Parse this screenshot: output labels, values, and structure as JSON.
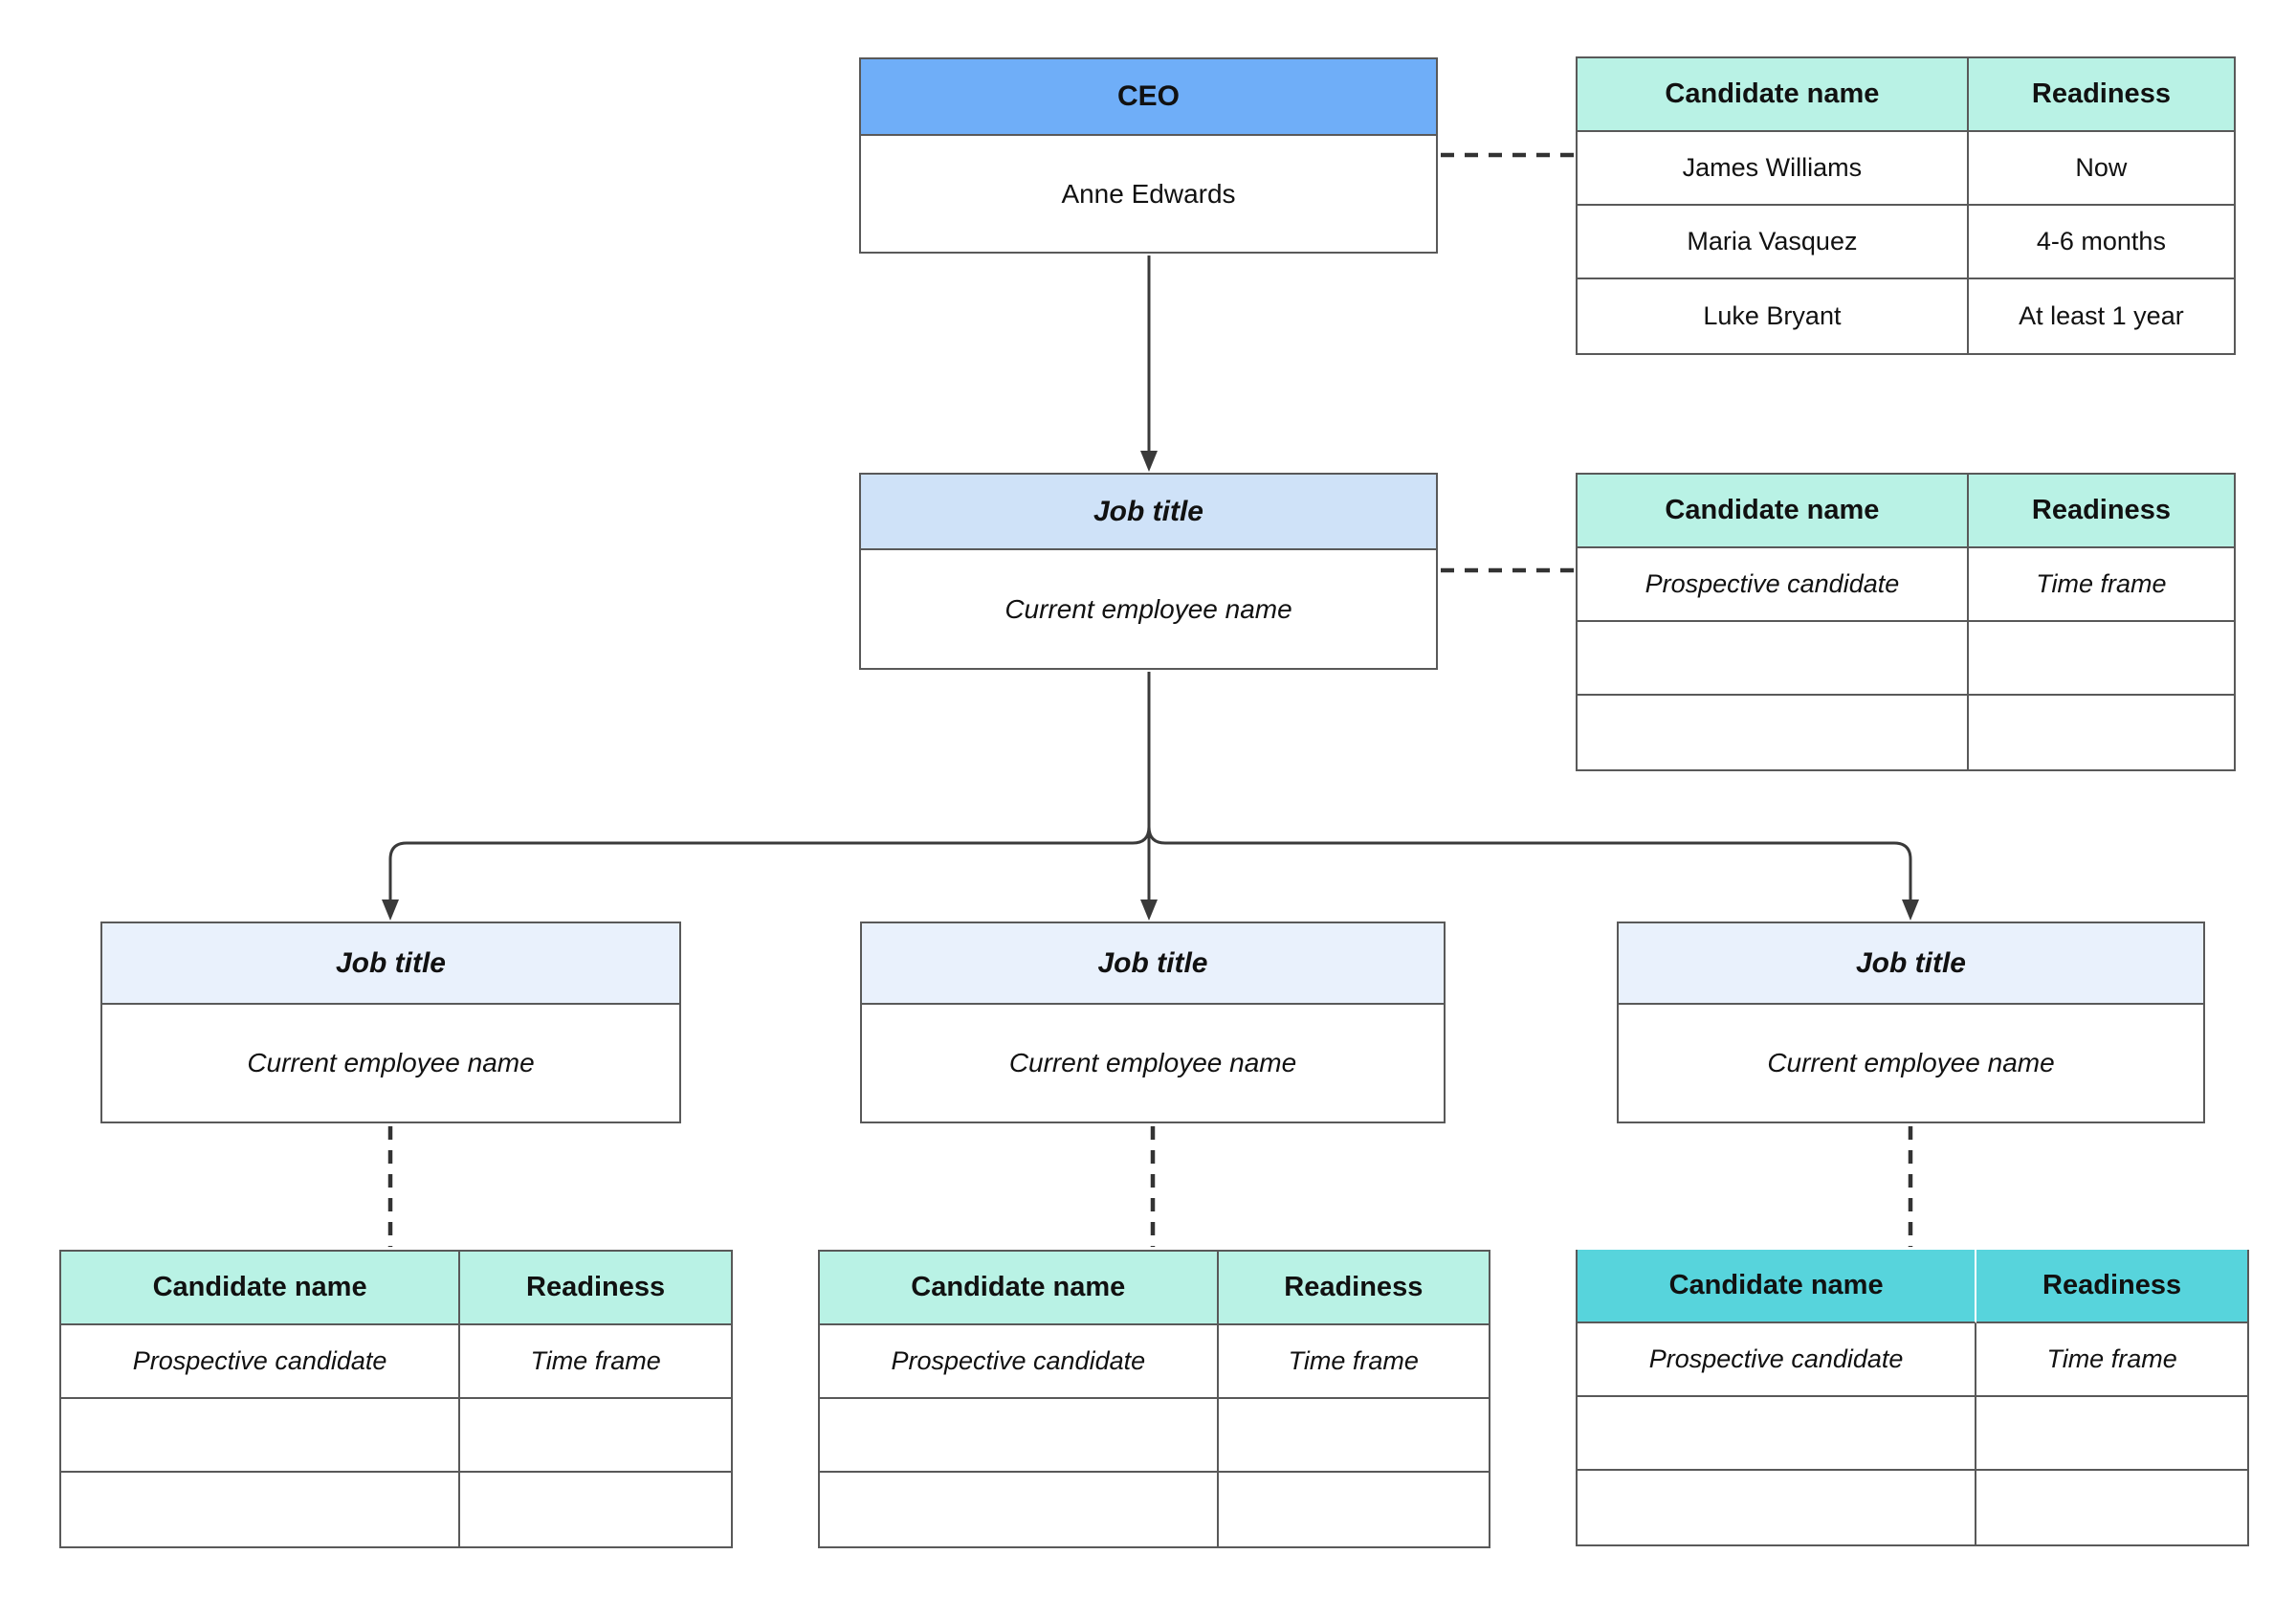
{
  "diagram": {
    "type": "org-chart-succession-plan",
    "palette": {
      "ceo_header_bg": "#6FAEF8",
      "manager_header_bg": "#CFE2F8",
      "report_header_bg": "#E9F1FC",
      "table_header_light_bg": "#B9F2E5",
      "table_header_dark_bg": "#57D4DC",
      "box_border": "#595959",
      "connector": "#333333",
      "text": "#111111"
    },
    "nodes": {
      "ceo": {
        "title": "CEO",
        "employee": "Anne Edwards"
      },
      "manager": {
        "title": "Job title",
        "employee": "Current employee name"
      },
      "reports": [
        {
          "title": "Job title",
          "employee": "Current employee name"
        },
        {
          "title": "Job title",
          "employee": "Current employee name"
        },
        {
          "title": "Job title",
          "employee": "Current employee name"
        }
      ]
    },
    "tables": {
      "ceo_candidates": {
        "headers": [
          "Candidate name",
          "Readiness"
        ],
        "rows": [
          [
            "James Williams",
            "Now"
          ],
          [
            "Maria Vasquez",
            "4-6 months"
          ],
          [
            "Luke Bryant",
            "At least 1 year"
          ]
        ]
      },
      "manager_candidates": {
        "headers": [
          "Candidate name",
          "Readiness"
        ],
        "rows": [
          [
            "Prospective candidate",
            "Time frame"
          ],
          [
            "",
            ""
          ],
          [
            "",
            ""
          ]
        ]
      },
      "report_candidates": [
        {
          "headers": [
            "Candidate name",
            "Readiness"
          ],
          "rows": [
            [
              "Prospective candidate",
              "Time frame"
            ],
            [
              "",
              ""
            ],
            [
              "",
              ""
            ]
          ]
        },
        {
          "headers": [
            "Candidate name",
            "Readiness"
          ],
          "rows": [
            [
              "Prospective candidate",
              "Time frame"
            ],
            [
              "",
              ""
            ],
            [
              "",
              ""
            ]
          ]
        },
        {
          "headers": [
            "Candidate name",
            "Readiness"
          ],
          "rows": [
            [
              "Prospective candidate",
              "Time frame"
            ],
            [
              "",
              ""
            ],
            [
              "",
              ""
            ]
          ]
        }
      ]
    }
  }
}
